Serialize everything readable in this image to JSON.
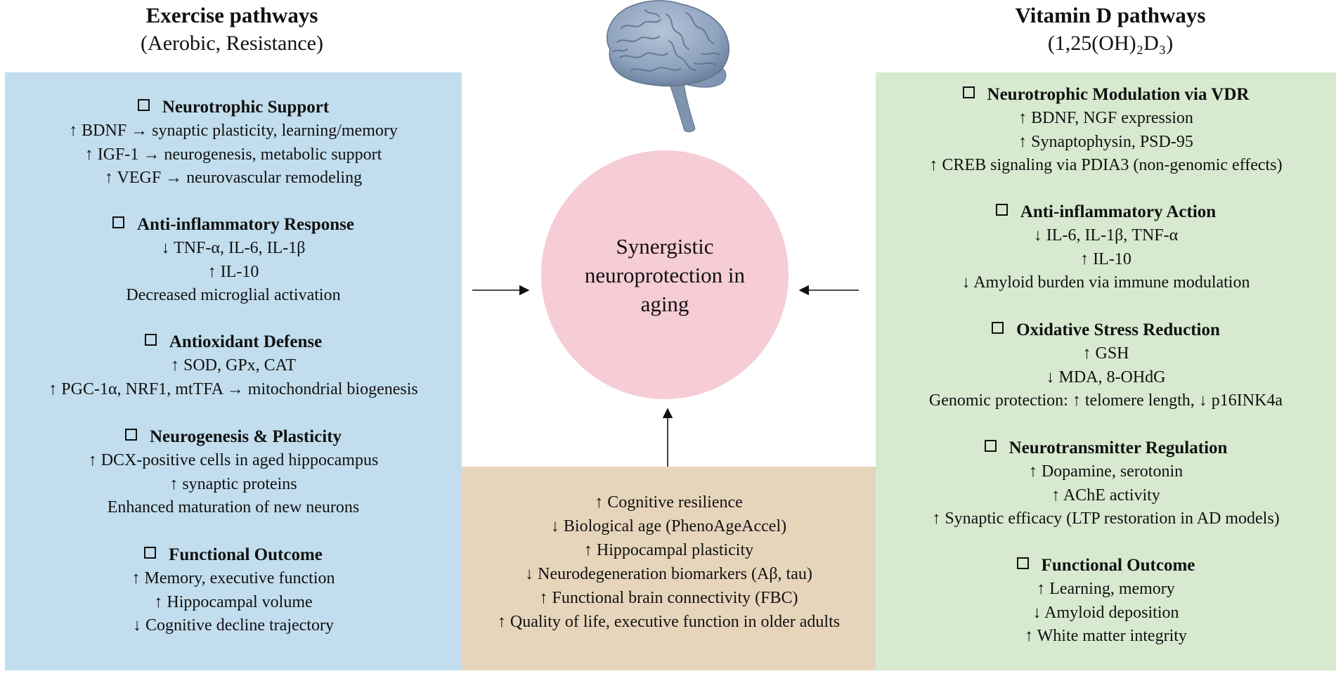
{
  "left_column": {
    "title": "Exercise pathways",
    "subtitle": "(Aerobic, Resistance)",
    "sections": [
      {
        "heading": "Neurotrophic Support",
        "lines": [
          "↑ BDNF → synaptic plasticity, learning/memory",
          "↑ IGF-1 → neurogenesis, metabolic support",
          "↑ VEGF → neurovascular remodeling"
        ]
      },
      {
        "heading": "Anti-inflammatory  Response",
        "lines": [
          "↓ TNF-α, IL-6, IL-1β",
          "↑ IL-10",
          "Decreased microglial  activation"
        ]
      },
      {
        "heading": "Antioxidant Defense",
        "lines": [
          "↑ SOD, GPx, CAT",
          "↑ PGC-1α, NRF1, mtTFA → mitochondrial  biogenesis"
        ]
      },
      {
        "heading": "Neurogenesis & Plasticity",
        "lines": [
          "↑ DCX-positive cells in aged hippocampus",
          "↑ synaptic proteins",
          "Enhanced maturation  of new neurons"
        ]
      },
      {
        "heading": "Functional Outcome",
        "lines": [
          "↑ Memory, executive function",
          "↑ Hippocampal volume",
          "↓ Cognitive decline trajectory"
        ]
      }
    ]
  },
  "right_column": {
    "title": "Vitamin D pathways",
    "subtitle": "(1,25(OH)₂D₃)",
    "sections": [
      {
        "heading": "Neurotrophic Modulation via VDR",
        "lines": [
          "↑ BDNF, NGF expression",
          "↑ Synaptophysin, PSD-95",
          "↑ CREB signaling  via PDIA3 (non-genomic effects)"
        ]
      },
      {
        "heading": "Anti-inflammatory Action",
        "lines": [
          "↓ IL-6, IL-1β, TNF-α",
          "↑ IL-10",
          "↓ Amyloid  burden via immune  modulation"
        ]
      },
      {
        "heading": "Oxidative Stress Reduction",
        "lines": [
          "↑ GSH",
          "↓ MDA, 8-OHdG",
          "Genomic protection: ↑ telomere length, ↓ p16INK4a"
        ]
      },
      {
        "heading": "Neurotransmitter Regulation",
        "lines": [
          "↑ Dopamine, serotonin",
          "↑ AChE activity",
          "↑ Synaptic efficacy (LTP restoration in AD models)"
        ]
      },
      {
        "heading": "Functional Outcome",
        "lines": [
          "↑ Learning,  memory",
          "↓ Amyloid deposition",
          "↑ White matter integrity"
        ]
      }
    ]
  },
  "center": {
    "text": "Synergistic neuroprotection in aging"
  },
  "outcomes": {
    "lines": [
      "↑ Cognitive resilience",
      "↓ Biological age (PhenoAgeAccel)",
      "↑ Hippocampal plasticity",
      "↓ Neurodegeneration biomarkers (Aβ, tau)",
      "↑ Functional brain connectivity  (FBC)",
      "↑ Quality of life, executive function in older adults"
    ]
  },
  "icons": {
    "brain": "brain-icon",
    "section_marker": "checkbox-square-icon",
    "arrows": [
      "arrow-right",
      "arrow-left",
      "arrow-up"
    ]
  },
  "colors": {
    "exercise_panel": "#c2deee",
    "vitamin_d_panel": "#d7ead0",
    "outcomes_panel": "#e7d5bb",
    "center_circle": "#f6ccd6",
    "brain": "#8fa3bf"
  }
}
